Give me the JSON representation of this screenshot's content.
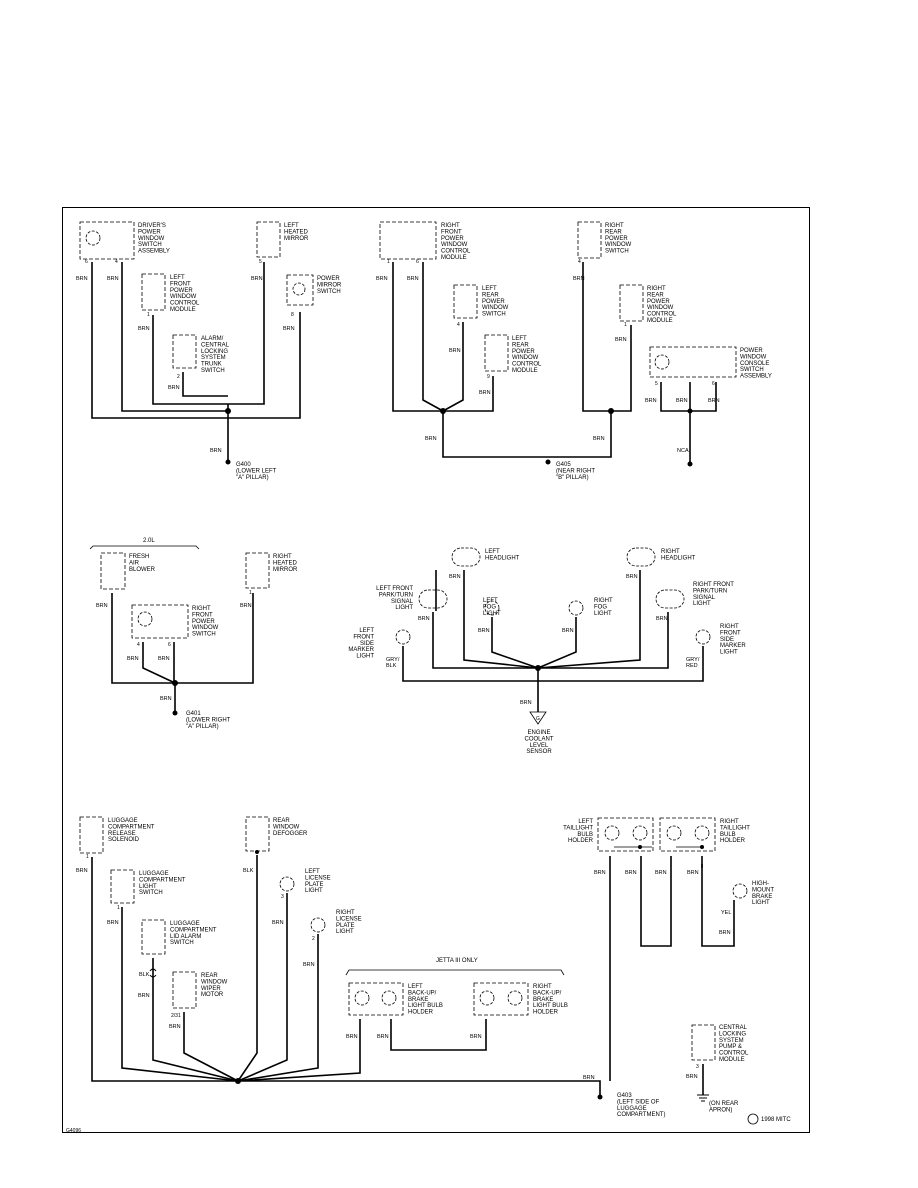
{
  "figure_code": "G4096",
  "copyright": "1998 MITC",
  "components": {
    "drivers_switch": [
      "DRIVER'S",
      "POWER",
      "WINDOW",
      "SWITCH",
      "ASSEMBLY"
    ],
    "left_heated_mirror": [
      "LEFT",
      "HEATED",
      "MIRROR"
    ],
    "lf_pw_module": [
      "LEFT",
      "FRONT",
      "POWER",
      "WINDOW",
      "CONTROL",
      "MODULE"
    ],
    "power_mirror_switch": [
      "POWER",
      "MIRROR",
      "SWITCH"
    ],
    "alarm_trunk_switch": [
      "ALARM/",
      "CENTRAL",
      "LOCKING",
      "SYSTEM",
      "TRUNK",
      "SWITCH"
    ],
    "rf_pw_module": [
      "RIGHT",
      "FRONT",
      "POWER",
      "WINDOW",
      "CONTROL",
      "MODULE"
    ],
    "lr_pw_switch": [
      "LEFT",
      "REAR",
      "POWER",
      "WINDOW",
      "SWITCH"
    ],
    "lr_pw_module": [
      "LEFT",
      "REAR",
      "POWER",
      "WINDOW",
      "CONTROL",
      "MODULE"
    ],
    "rr_pw_switch": [
      "RIGHT",
      "REAR",
      "POWER",
      "WINDOW",
      "SWITCH"
    ],
    "rr_pw_module": [
      "RIGHT",
      "REAR",
      "POWER",
      "WINDOW",
      "CONTROL",
      "MODULE"
    ],
    "console_switch": [
      "POWER",
      "WINDOW",
      "CONSOLE",
      "SWITCH",
      "ASSEMBLY"
    ],
    "engine_label": "2.0L",
    "fresh_air_blower": [
      "FRESH",
      "AIR",
      "BLOWER"
    ],
    "right_heated_mirror": [
      "RIGHT",
      "HEATED",
      "MIRROR"
    ],
    "rf_pw_switch": [
      "RIGHT",
      "FRONT",
      "POWER",
      "WINDOW",
      "SWITCH"
    ],
    "left_headlight": [
      "LEFT",
      "HEADLIGHT"
    ],
    "right_headlight": [
      "RIGHT",
      "HEADLIGHT"
    ],
    "lf_park_turn": [
      "LEFT FRONT",
      "PARK/TURN",
      "SIGNAL",
      "LIGHT"
    ],
    "rf_park_turn": [
      "RIGHT FRONT",
      "PARK/TURN",
      "SIGNAL",
      "LIGHT"
    ],
    "left_fog": [
      "LEFT",
      "FOG",
      "LIGHT"
    ],
    "right_fog": [
      "RIGHT",
      "FOG",
      "LIGHT"
    ],
    "lf_side_marker": [
      "LEFT",
      "FRONT",
      "SIDE",
      "MARKER",
      "LIGHT"
    ],
    "rf_side_marker": [
      "RIGHT",
      "FRONT",
      "SIDE",
      "MARKER",
      "LIGHT"
    ],
    "coolant_sensor": [
      "ENGINE",
      "COOLANT",
      "LEVEL",
      "SENSOR"
    ],
    "lugg_release": [
      "LUGGAGE",
      "COMPARTMENT",
      "RELEASE",
      "SOLENOID"
    ],
    "rear_defogger": [
      "REAR",
      "WINDOW",
      "DEFOGGER"
    ],
    "lugg_light_switch": [
      "LUGGAGE",
      "COMPARTMENT",
      "LIGHT",
      "SWITCH"
    ],
    "left_license": [
      "LEFT",
      "LICENSE",
      "PLATE",
      "LIGHT"
    ],
    "right_license": [
      "RIGHT",
      "LICENSE",
      "PLATE",
      "LIGHT"
    ],
    "lugg_lid_alarm": [
      "LUGGAGE",
      "COMPARTMENT",
      "LID ALARM",
      "SWITCH"
    ],
    "rear_wiper": [
      "REAR",
      "WINDOW",
      "WIPER",
      "MOTOR"
    ],
    "jetta_only": "JETTA III ONLY",
    "left_backup": [
      "LEFT",
      "BACK-UP/",
      "BRAKE",
      "LIGHT BULB",
      "HOLDER"
    ],
    "right_backup": [
      "RIGHT",
      "BACK-UP/",
      "BRAKE",
      "LIGHT BULB",
      "HOLDER"
    ],
    "left_taillight": [
      "LEFT",
      "TAILLIGHT",
      "BULB",
      "HOLDER"
    ],
    "right_taillight": [
      "RIGHT",
      "TAILLIGHT",
      "BULB",
      "HOLDER"
    ],
    "high_mount": [
      "HIGH-",
      "MOUNT",
      "BRAKE",
      "LIGHT"
    ],
    "central_pump": [
      "CENTRAL",
      "LOCKING",
      "SYSTEM",
      "PUMP &",
      "CONTROL",
      "MODULE"
    ]
  },
  "grounds": {
    "g400": [
      "G400",
      "(LOWER LEFT",
      "\"A\" PILLAR)"
    ],
    "g405": [
      "G405",
      "(NEAR RIGHT",
      "\"B\" PILLAR)"
    ],
    "g401": [
      "G401",
      "(LOWER RIGHT",
      "\"A\" PILLAR)"
    ],
    "g403": [
      "G403",
      "(LEFT SIDE OF",
      "LUGGAGE",
      "COMPARTMENT)"
    ],
    "on_rear_apron": [
      "(ON REAR",
      "APRON)"
    ]
  },
  "wire_colors": {
    "brn": "BRN",
    "nca": "NCA",
    "blk": "BLK",
    "yel": "YEL",
    "gry_blk": [
      "GRY/",
      "BLK"
    ],
    "gry_red": [
      "GRY/",
      "RED"
    ]
  },
  "pins": {
    "p1": "1",
    "p2": "2",
    "p3": "3",
    "p4": "4",
    "p5": "5",
    "p6": "6",
    "p8": "8",
    "p9": "9",
    "p231": "2/31"
  }
}
